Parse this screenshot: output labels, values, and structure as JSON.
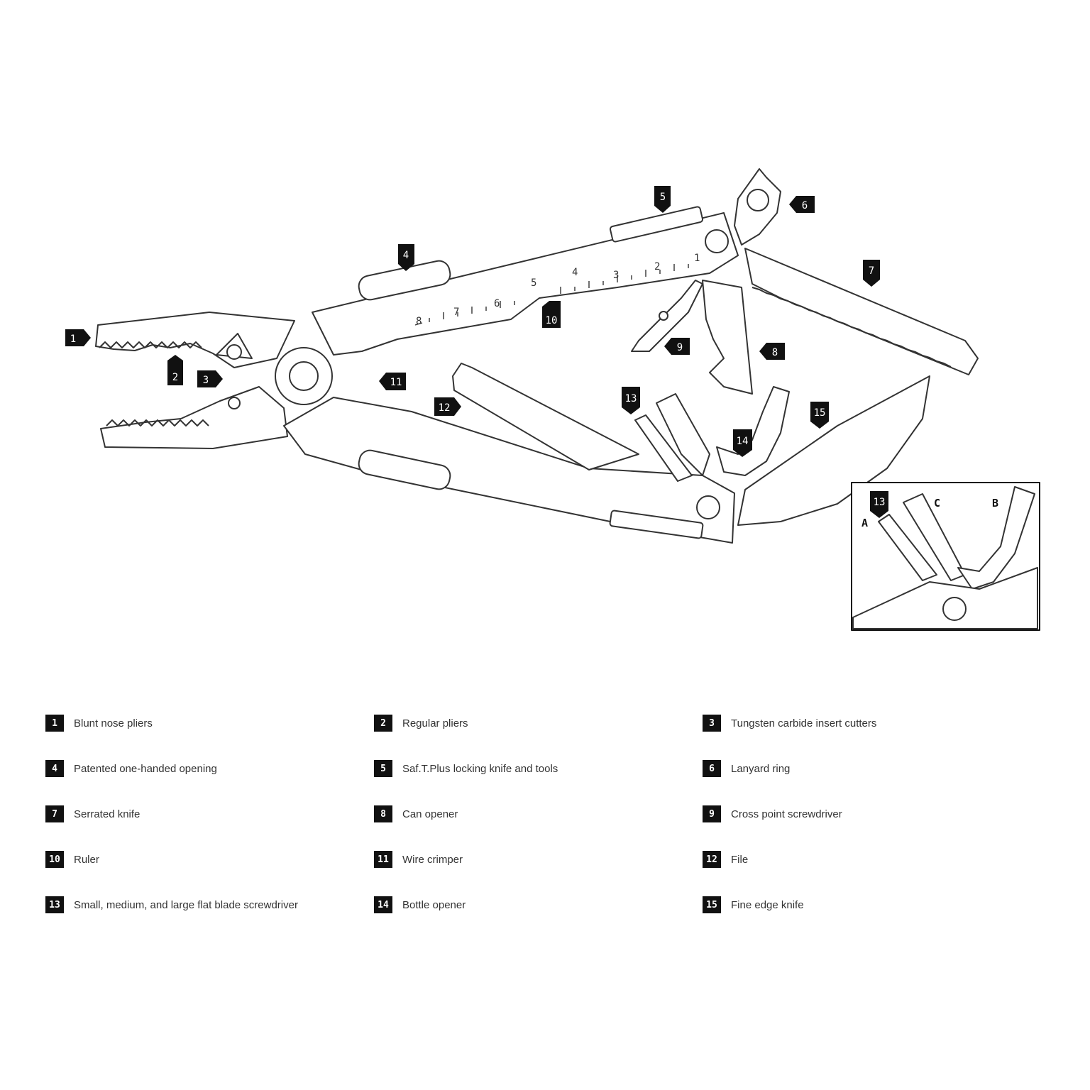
{
  "callouts": {
    "c1": "1",
    "c2": "2",
    "c3": "3",
    "c4": "4",
    "c5": "5",
    "c6": "6",
    "c7": "7",
    "c8": "8",
    "c9": "9",
    "c10": "10",
    "c11": "11",
    "c12": "12",
    "c13": "13",
    "c14": "14",
    "c15": "15"
  },
  "ruler_marks": [
    "8",
    "7",
    "6",
    "5",
    "4",
    "3",
    "2",
    "1"
  ],
  "inset": {
    "number": "13",
    "a": "A",
    "b": "B",
    "c": "C"
  },
  "legend": [
    {
      "num": "1",
      "text": "Blunt nose pliers"
    },
    {
      "num": "2",
      "text": "Regular pliers"
    },
    {
      "num": "3",
      "text": "Tungsten carbide insert cutters"
    },
    {
      "num": "4",
      "text": "Patented one-handed opening"
    },
    {
      "num": "5",
      "text": "Saf.T.Plus locking knife and tools"
    },
    {
      "num": "6",
      "text": "Lanyard ring"
    },
    {
      "num": "7",
      "text": "Serrated knife"
    },
    {
      "num": "8",
      "text": "Can opener"
    },
    {
      "num": "9",
      "text": "Cross point screwdriver"
    },
    {
      "num": "10",
      "text": "Ruler"
    },
    {
      "num": "11",
      "text": "Wire crimper"
    },
    {
      "num": "12",
      "text": "File"
    },
    {
      "num": "13",
      "text": "Small, medium, and large flat blade screwdriver"
    },
    {
      "num": "14",
      "text": "Bottle opener"
    },
    {
      "num": "15",
      "text": "Fine edge knife"
    }
  ],
  "colors": {
    "ink": "#111111",
    "line": "#333333",
    "paper": "#ffffff"
  }
}
